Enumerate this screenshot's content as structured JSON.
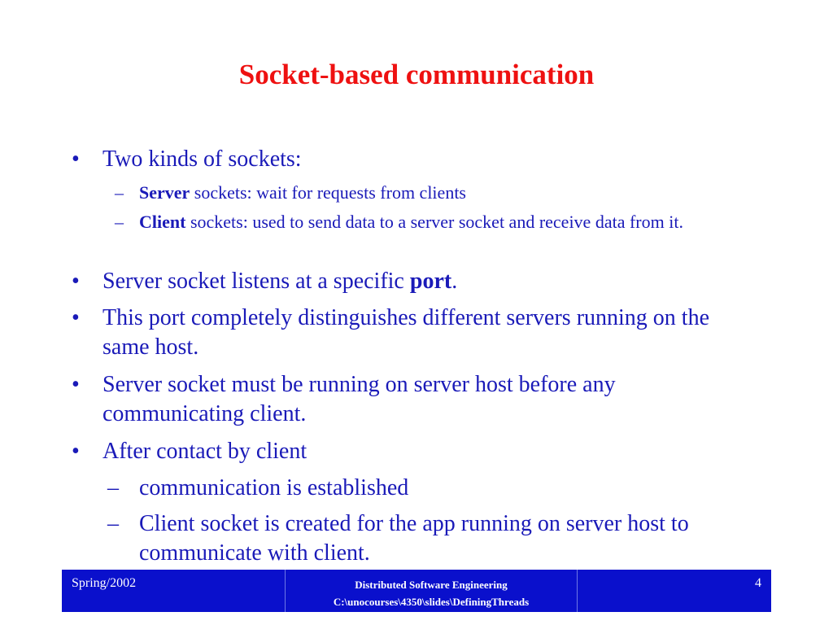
{
  "slide": {
    "title": "Socket-based communication",
    "bullet_marker": "•",
    "dash_marker": "–",
    "items": [
      {
        "level": 1,
        "text": "Two kinds of sockets:"
      },
      {
        "level": 2,
        "bold": "Server",
        "text": " sockets: wait for requests from clients"
      },
      {
        "level": 2,
        "bold": "Client",
        "text": " sockets: used to send data to a server socket and receive data from it."
      },
      {
        "level": 1,
        "text": "Server socket listens at a specific ",
        "bold_after": "port",
        "after": "."
      },
      {
        "level": 1,
        "text": "This port completely distinguishes different servers running on the same host."
      },
      {
        "level": 1,
        "text": "Server socket must be running on server host before any communicating client."
      },
      {
        "level": 1,
        "text": "After contact by client"
      },
      {
        "level": 2,
        "text": "communication is established"
      },
      {
        "level": 2,
        "text": "Client socket is created for the app running on server host to communicate with client."
      }
    ]
  },
  "footer": {
    "left": "Spring/2002",
    "center_line1": "Distributed Software Engineering",
    "center_line2": "C:\\unocourses\\4350\\slides\\DefiningThreads",
    "page_number": "4"
  },
  "colors": {
    "title": "#ee1111",
    "body_text": "#1a1ab8",
    "footer_background": "#0a10cc",
    "footer_text": "#ffffff"
  }
}
